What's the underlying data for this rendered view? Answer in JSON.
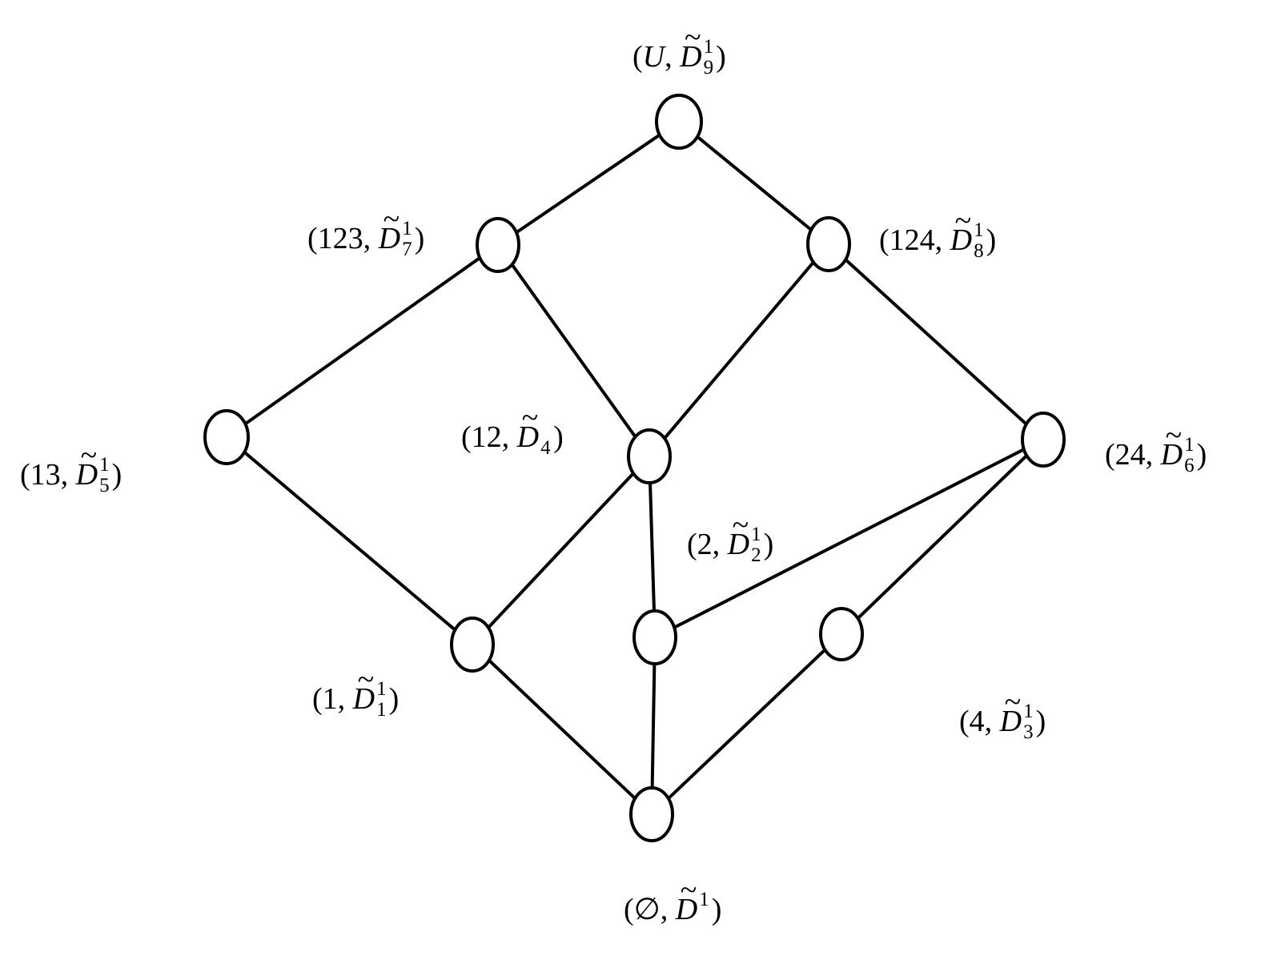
{
  "diagram": {
    "stroke_color": "#000000",
    "node_fill": "#ffffff",
    "nodes": [
      {
        "id": "top",
        "set": "U",
        "italic_set": true,
        "sup": "1",
        "sub": "9"
      },
      {
        "id": "n123",
        "set": "123",
        "italic_set": false,
        "sup": "1",
        "sub": "7"
      },
      {
        "id": "n124",
        "set": "124",
        "italic_set": false,
        "sup": "1",
        "sub": "8"
      },
      {
        "id": "n13",
        "set": "13",
        "italic_set": false,
        "sup": "1",
        "sub": "5"
      },
      {
        "id": "n12",
        "set": "12",
        "italic_set": false,
        "sup": "",
        "sub": "4"
      },
      {
        "id": "n24",
        "set": "24",
        "italic_set": false,
        "sup": "1",
        "sub": "6"
      },
      {
        "id": "n2",
        "set": "2",
        "italic_set": false,
        "sup": "1",
        "sub": "2"
      },
      {
        "id": "n1",
        "set": "1",
        "italic_set": false,
        "sup": "1",
        "sub": "1"
      },
      {
        "id": "n4",
        "set": "4",
        "italic_set": false,
        "sup": "1",
        "sub": "3"
      },
      {
        "id": "bottom",
        "set": "∅",
        "italic_set": false,
        "sup": "1",
        "sub": ""
      }
    ],
    "edges": [
      [
        "top",
        "n123"
      ],
      [
        "top",
        "n124"
      ],
      [
        "n123",
        "n13"
      ],
      [
        "n123",
        "n12"
      ],
      [
        "n124",
        "n12"
      ],
      [
        "n124",
        "n24"
      ],
      [
        "n13",
        "n1"
      ],
      [
        "n12",
        "n1"
      ],
      [
        "n12",
        "n2"
      ],
      [
        "n24",
        "n2"
      ],
      [
        "n24",
        "n4"
      ],
      [
        "n1",
        "bottom"
      ],
      [
        "n2",
        "bottom"
      ],
      [
        "n4",
        "bottom"
      ]
    ],
    "symbol": {
      "letter": "D",
      "accent": "~",
      "open": "(",
      "close": ")",
      "separator": ","
    }
  }
}
